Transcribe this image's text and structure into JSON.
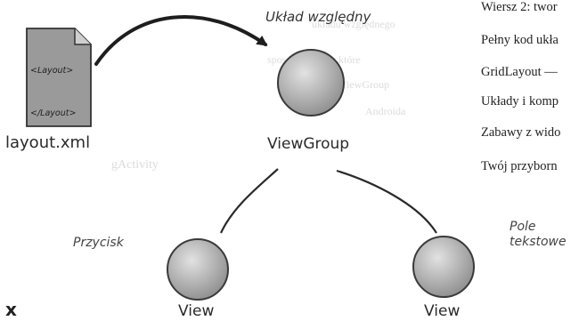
{
  "diagram": {
    "title_label": "Układ względny",
    "root": {
      "label": "ViewGroup"
    },
    "children": [
      {
        "label": "View",
        "annotation": "Przycisk"
      },
      {
        "label": "View",
        "annotation": "Pole tekstowe",
        "annotation_lines": [
          "Pole",
          "tekstowe"
        ]
      }
    ],
    "file": {
      "name": "layout.xml",
      "open_tag": "<Layout>",
      "close_tag": "</Layout>"
    },
    "close_mark": "x"
  },
  "toc": {
    "lines": [
      "Wiersz 2: twor",
      "Pełny kod ukła",
      "GridLayout —",
      "Układy i komp",
      "Zabawy z wido",
      "Twój przyborn"
    ]
  },
  "colors": {
    "node_fill": "#b8b8b8",
    "node_stroke": "#3a3a3a",
    "ink": "#222222"
  }
}
